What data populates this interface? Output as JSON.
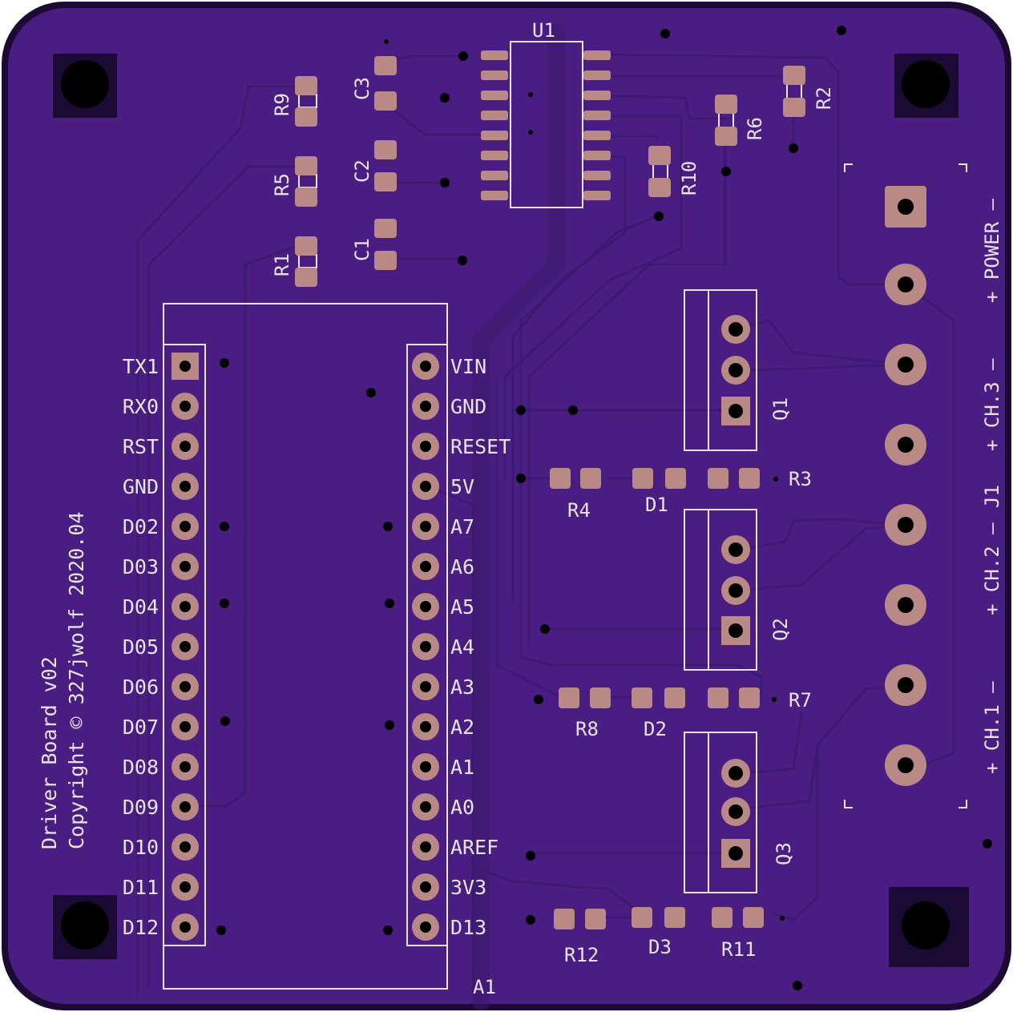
{
  "colors": {
    "board": "#4a1d82",
    "board_edge": "#1b0a33",
    "silk": "#e8e4ee",
    "copper": "#b98a85",
    "hole": "#000000"
  },
  "labels": {
    "u1": "U1",
    "a1": "A1",
    "j1": "J1",
    "q1": "Q1",
    "q2": "Q2",
    "q3": "Q3",
    "r1": "R1",
    "r2": "R2",
    "r3": "R3",
    "r4": "R4",
    "r5": "R5",
    "r6": "R6",
    "r7": "R7",
    "r8": "R8",
    "r9": "R9",
    "r10": "R10",
    "r11": "R11",
    "r12": "R12",
    "c1": "C1",
    "c2": "C2",
    "c3": "C3",
    "d1": "D1",
    "d2": "D2",
    "d3": "D3"
  },
  "left_pins": [
    "TX1",
    "RX0",
    "RST",
    "GND",
    "D02",
    "D03",
    "D04",
    "D05",
    "D06",
    "D07",
    "D08",
    "D09",
    "D10",
    "D11",
    "D12"
  ],
  "right_pins": [
    "VIN",
    "GND",
    "RESET",
    "5V",
    "A7",
    "A6",
    "A5",
    "A4",
    "A3",
    "A2",
    "A1",
    "A0",
    "AREF",
    "3V3",
    "D13"
  ],
  "connector_labels": [
    "+ POWER –",
    "+ CH.3 –",
    "+ CH.2 –",
    "+ CH.1 –"
  ],
  "board_title": "Driver Board v02",
  "board_copyright": "Copyright © 327jwolf   2020.04"
}
